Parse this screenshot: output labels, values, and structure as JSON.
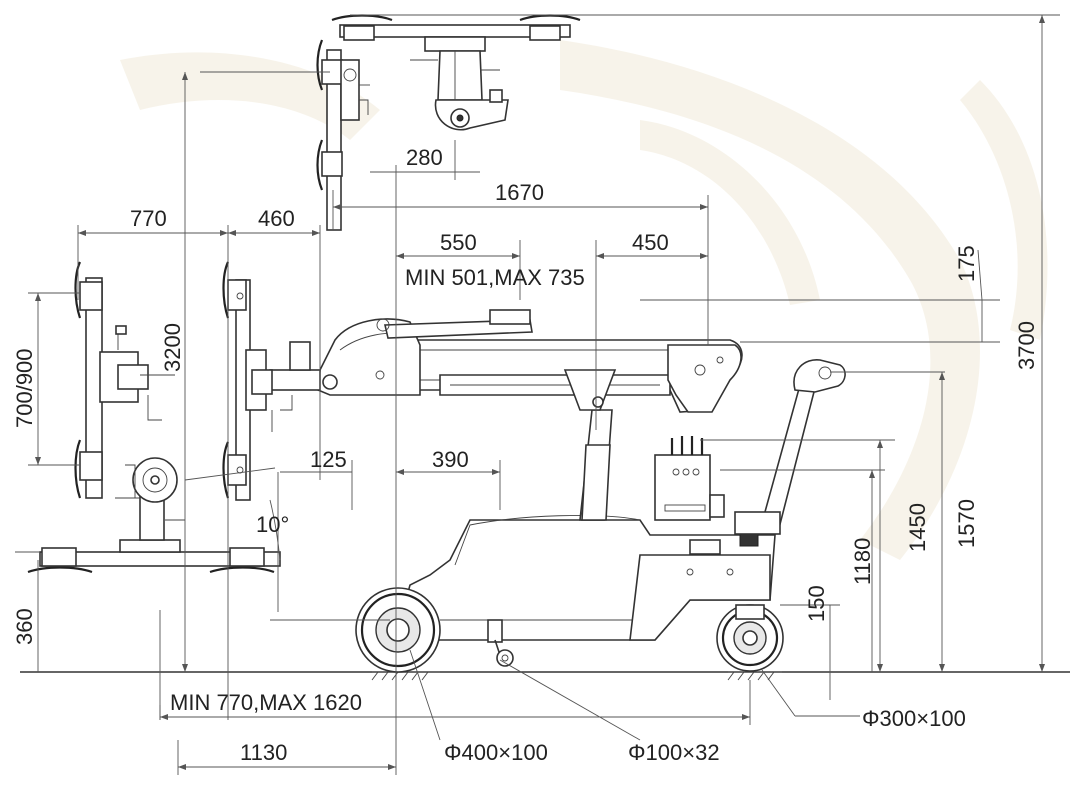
{
  "labels": {
    "d770": "770",
    "d460": "460",
    "d280": "280",
    "d1670": "1670",
    "d550": "550",
    "d450": "450",
    "min501max735": "MIN 501,MAX 735",
    "d175": "175",
    "d3700": "3700",
    "d3200": "3200",
    "d700_900": "700/900",
    "d125": "125",
    "d390": "390",
    "angle10": "10°",
    "d1450": "1450",
    "d1570": "1570",
    "d1180": "1180",
    "d150": "150",
    "d360": "360",
    "min770max1620": "MIN 770,MAX 1620",
    "d1130": "1130",
    "wheel_front": "Φ400×100",
    "wheel_caster": "Φ100×32",
    "wheel_rear": "Φ300×100"
  }
}
